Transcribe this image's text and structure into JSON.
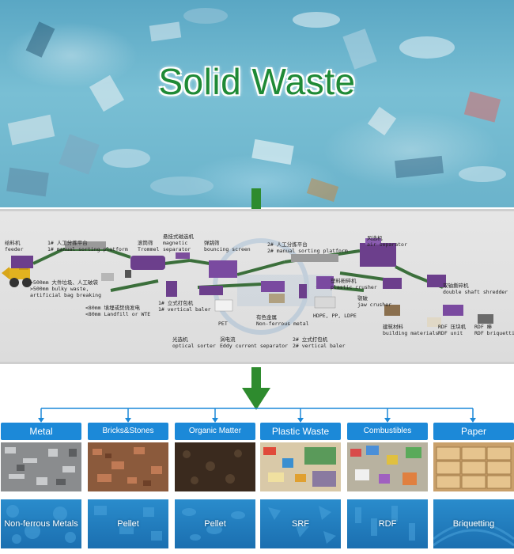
{
  "hero": {
    "title": "Solid Waste"
  },
  "colors": {
    "title_green": "#1f8a36",
    "arrow_green": "#2e8b2e",
    "category_blue": "#1c89d8",
    "tree_blue": "#1c89d8",
    "belt_green": "#3b6f3b"
  },
  "process": {
    "labels": {
      "feeder": "给料机\nfeeder",
      "manual1": "1# 人工分拣平台\n1# manual sorting platform",
      "trommel": "滚筒筛\nTrommel",
      "magnetic": "悬挂式磁选机\nmagnetic\nseparator",
      "bouncing": "弹跳筛\nbouncing screen",
      "manual2": "2# 人工分拣平台\n2# manual sorting platform",
      "air": "风选机\nair separator",
      "bulky": ">500mm 大件垃圾、人工破袋\n>500mm bulky waste,\nartificial bag breaking",
      "landfill": "<80mm 填埋或焚烧发电\n<80mm Landfill or WTE",
      "baler1": "1# 立式打包机\n1# vertical baler",
      "pet": "PET",
      "optical": "光选机\noptical sorter",
      "eddy": "涡电流\nEddy current separator",
      "nonferrous": "有色金属\nNon-ferrous metal",
      "baler2": "2# 立式打包机\n2# vertical baler",
      "hdpe": "HDPE, PP, LDPE",
      "plastic_crusher": "塑料粉碎机\nplastic crusher",
      "jaw": "颚破\njaw crusher",
      "building": "建筑材料\nbuilding materials",
      "rdf_unit": "RDF 压块机\nRDF unit",
      "rdf_briquetting": "RDF 棒\nRDF briquetting",
      "shredder": "双轴撕碎机\ndouble shaft shredder"
    }
  },
  "categories": [
    {
      "label": "Metal",
      "product": "Non-ferrous Metals"
    },
    {
      "label": "Bricks&Stones",
      "product": "Pellet"
    },
    {
      "label": "Organic Matter",
      "product": "Pellet"
    },
    {
      "label": "Plastic Waste",
      "product": "SRF"
    },
    {
      "label": "Combustibles",
      "product": "RDF"
    },
    {
      "label": "Paper",
      "product": "Briquetting"
    }
  ]
}
